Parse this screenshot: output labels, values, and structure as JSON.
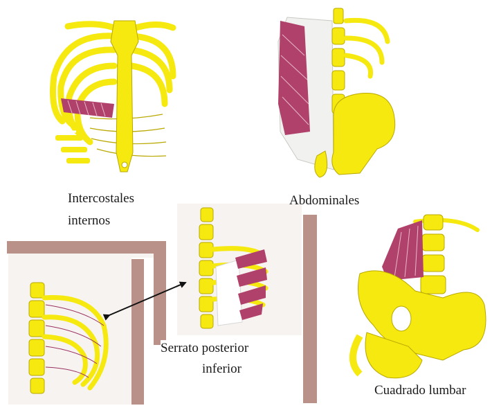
{
  "labels": {
    "intercostales_line1": "Intercostales",
    "intercostales_line2": "internos",
    "abdominales": "Abdominales",
    "serrato_line1": "Serrato posterior",
    "serrato_line2": "inferior",
    "cuadrado": "Cuadrado lumbar"
  },
  "colors": {
    "bone": "#f5e90f",
    "bone_outline": "#b9a800",
    "muscle": "#b0416a",
    "frame_brown": "#b99188",
    "panel_bg": "#f6f3f0"
  }
}
